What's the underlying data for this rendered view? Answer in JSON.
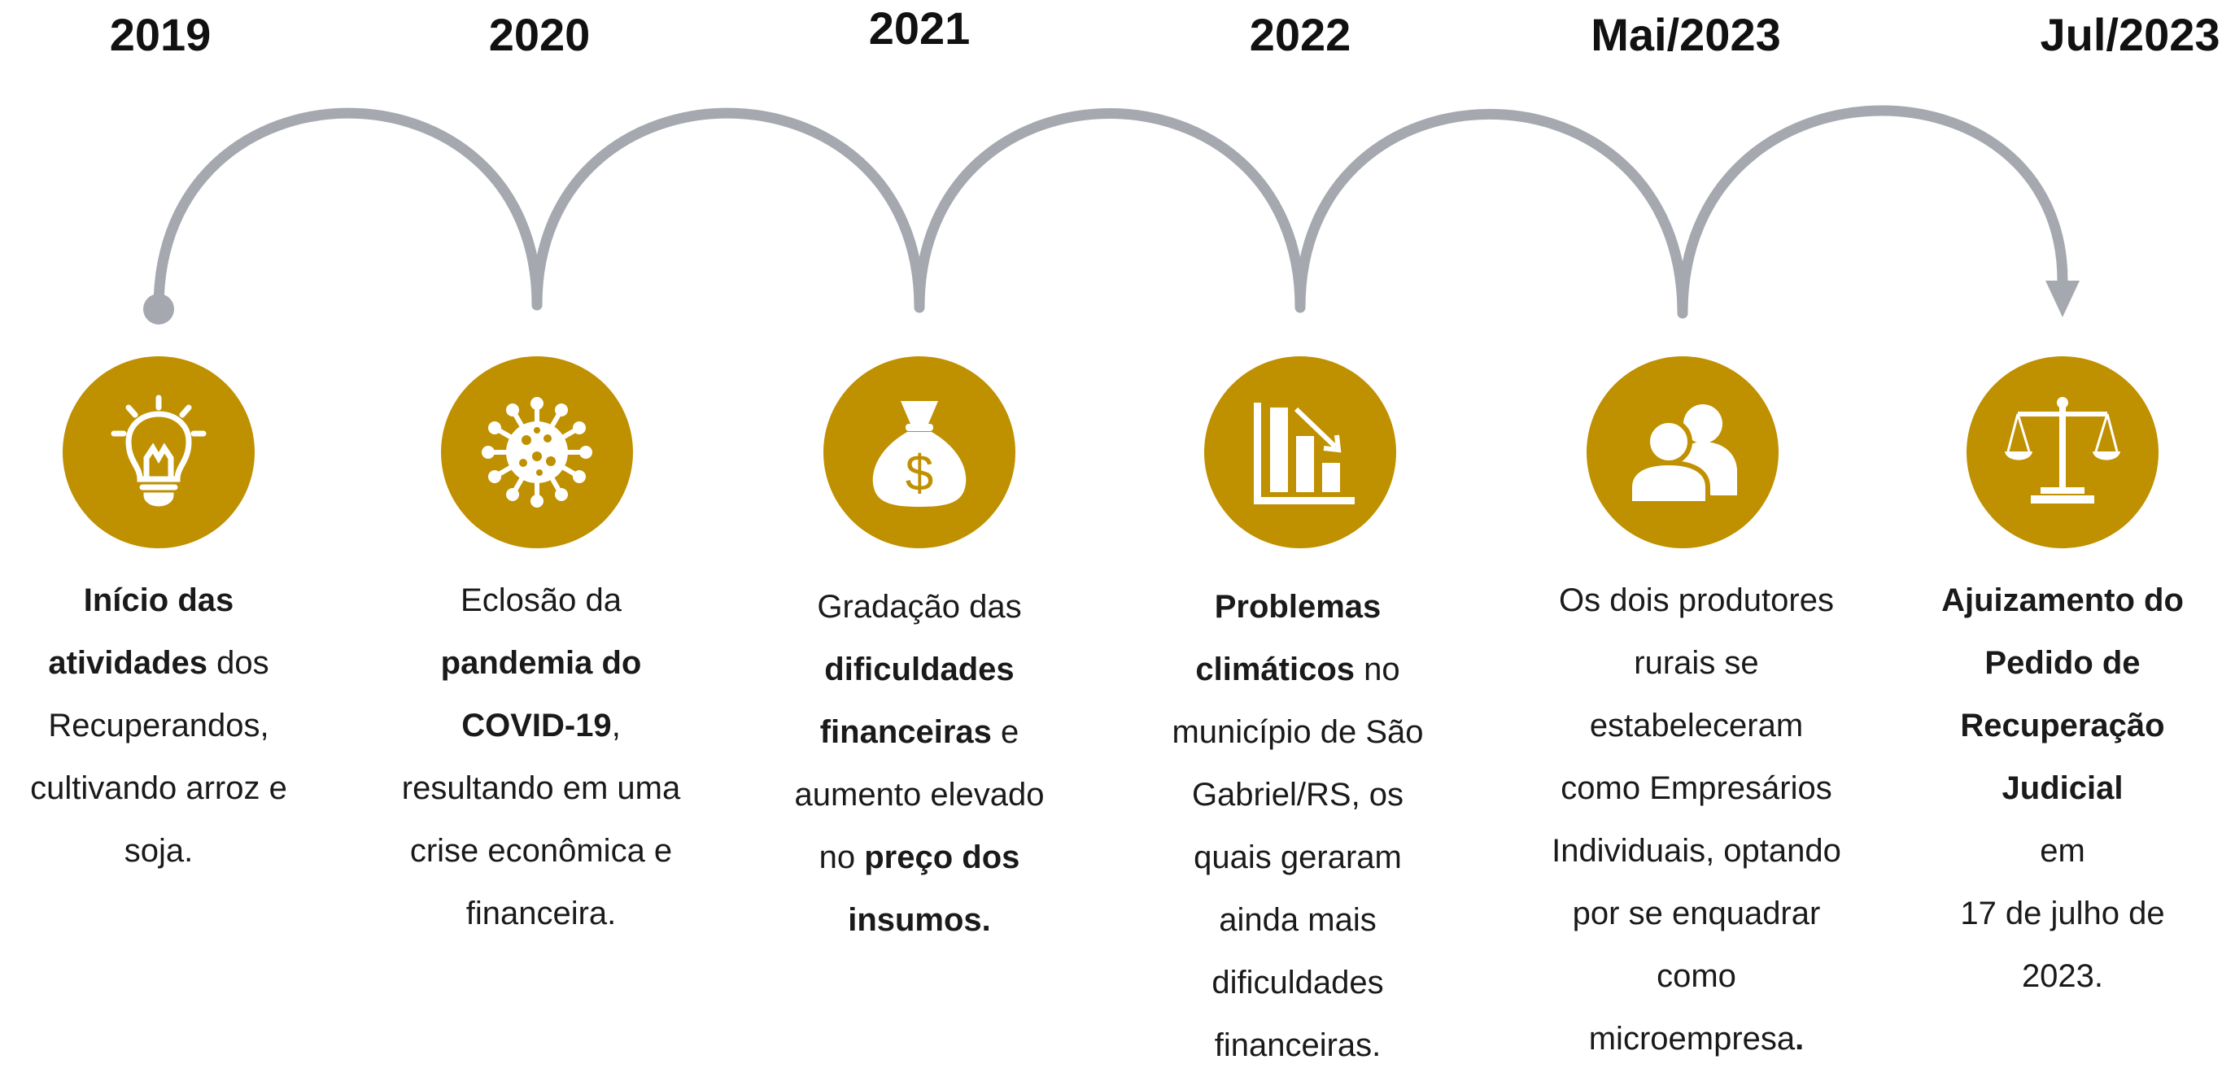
{
  "timeline": {
    "colors": {
      "accent": "#BF9000",
      "arc": "#A5A9AF"
    },
    "milestones": [
      {
        "year": "2019",
        "icon": "lightbulb-icon",
        "text": [
          [
            "Início das",
            true
          ],
          [
            "\natividades",
            true
          ],
          [
            " dos\nRecuperandos,\ncultivando arroz e\nsoja.",
            false
          ]
        ]
      },
      {
        "year": "2020",
        "icon": "virus-icon",
        "text": [
          [
            "Eclosão da\n",
            false
          ],
          [
            "pandemia do\nCOVID-19",
            true
          ],
          [
            ",\nresultando em uma\ncrise econômica e\nfinanceira.",
            false
          ]
        ]
      },
      {
        "year": "2021",
        "icon": "money-bag-icon",
        "text": [
          [
            "Gradação das\n",
            false
          ],
          [
            "dificuldades\nfinanceiras",
            true
          ],
          [
            " e\naumento elevado\nno ",
            false
          ],
          [
            "preço dos\ninsumos.",
            true
          ]
        ]
      },
      {
        "year": "2022",
        "icon": "declining-chart-icon",
        "text": [
          [
            "Problemas\nclimáticos",
            true
          ],
          [
            " no\nmunicípio de São\nGabriel/RS, os\nquais geraram\nainda mais\ndificuldades\nfinanceiras.",
            false
          ]
        ]
      },
      {
        "year": "Mai/2023",
        "icon": "people-icon",
        "text": [
          [
            "Os dois produtores\nrurais se\nestabeleceram\ncomo Empresários\nIndividuais, optando\npor se enquadrar\ncomo\nmicroempresa",
            false
          ],
          [
            ".",
            true
          ]
        ]
      },
      {
        "year": "Jul/2023",
        "icon": "scales-of-justice-icon",
        "text": [
          [
            "Ajuizamento do\nPedido de\nRecuperação\nJudicial",
            true
          ],
          [
            "\nem\n17 de julho de\n2023.",
            false
          ]
        ]
      }
    ]
  }
}
